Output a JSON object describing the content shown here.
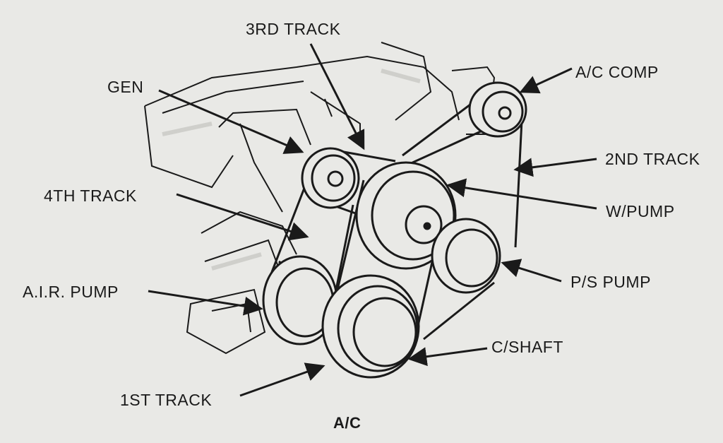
{
  "diagram": {
    "colors": {
      "ink": "#1a1a1a",
      "paper": "#e9e9e6",
      "shade": "#cfcfcb"
    },
    "labels": {
      "third_track": "3RD TRACK",
      "gen": "GEN",
      "ac_comp": "A/C COMP",
      "second_track": "2ND TRACK",
      "fourth_track": "4TH TRACK",
      "w_pump": "W/PUMP",
      "air_pump": "A.I.R. PUMP",
      "ps_pump": "P/S PUMP",
      "c_shaft": "C/SHAFT",
      "first_track": "1ST TRACK"
    },
    "caption": "A/C"
  }
}
